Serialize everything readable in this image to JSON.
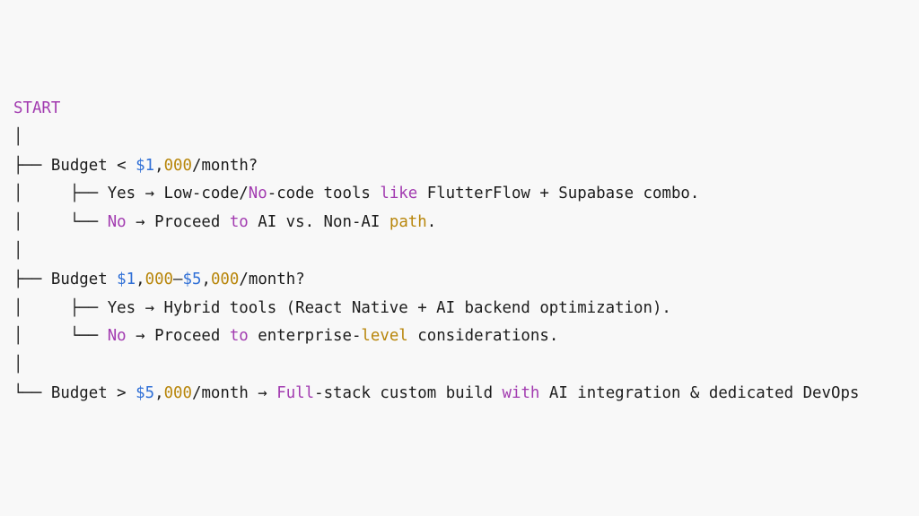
{
  "lines": [
    {
      "name": "start",
      "tokens": [
        {
          "t": "START",
          "c": "keyword"
        }
      ]
    },
    {
      "name": "connector",
      "tokens": [
        {
          "t": "│",
          "c": "plain"
        }
      ]
    },
    {
      "name": "budget-under-1000",
      "tokens": [
        {
          "t": "├── Budget < ",
          "c": "plain"
        },
        {
          "t": "$1",
          "c": "number"
        },
        {
          "t": ",",
          "c": "plain"
        },
        {
          "t": "000",
          "c": "amber"
        },
        {
          "t": "/month?",
          "c": "plain"
        }
      ]
    },
    {
      "name": "budget-under-1000-yes",
      "tokens": [
        {
          "t": "│     ├── Yes → Low-code/",
          "c": "plain"
        },
        {
          "t": "No",
          "c": "keyword"
        },
        {
          "t": "-code tools ",
          "c": "plain"
        },
        {
          "t": "like",
          "c": "keyword"
        },
        {
          "t": " FlutterFlow + Supabase combo.",
          "c": "plain"
        }
      ]
    },
    {
      "name": "budget-under-1000-no",
      "tokens": [
        {
          "t": "│     └── ",
          "c": "plain"
        },
        {
          "t": "No",
          "c": "keyword"
        },
        {
          "t": " → Proceed ",
          "c": "plain"
        },
        {
          "t": "to",
          "c": "keyword"
        },
        {
          "t": " AI vs. Non-AI ",
          "c": "plain"
        },
        {
          "t": "path",
          "c": "amber"
        },
        {
          "t": ".",
          "c": "plain"
        }
      ]
    },
    {
      "name": "connector",
      "tokens": [
        {
          "t": "│",
          "c": "plain"
        }
      ]
    },
    {
      "name": "budget-1000-5000",
      "tokens": [
        {
          "t": "├── Budget ",
          "c": "plain"
        },
        {
          "t": "$1",
          "c": "number"
        },
        {
          "t": ",",
          "c": "plain"
        },
        {
          "t": "000",
          "c": "amber"
        },
        {
          "t": "–",
          "c": "plain"
        },
        {
          "t": "$5",
          "c": "number"
        },
        {
          "t": ",",
          "c": "plain"
        },
        {
          "t": "000",
          "c": "amber"
        },
        {
          "t": "/month?",
          "c": "plain"
        }
      ]
    },
    {
      "name": "budget-1000-5000-yes",
      "tokens": [
        {
          "t": "│     ├── Yes → Hybrid tools (React Native + AI backend optimization).",
          "c": "plain"
        }
      ]
    },
    {
      "name": "budget-1000-5000-no",
      "tokens": [
        {
          "t": "│     └── ",
          "c": "plain"
        },
        {
          "t": "No",
          "c": "keyword"
        },
        {
          "t": " → Proceed ",
          "c": "plain"
        },
        {
          "t": "to",
          "c": "keyword"
        },
        {
          "t": " enterprise-",
          "c": "plain"
        },
        {
          "t": "level",
          "c": "amber"
        },
        {
          "t": " considerations.",
          "c": "plain"
        }
      ]
    },
    {
      "name": "connector",
      "tokens": [
        {
          "t": "│",
          "c": "plain"
        }
      ]
    },
    {
      "name": "budget-over-5000",
      "tokens": [
        {
          "t": "└── Budget > ",
          "c": "plain"
        },
        {
          "t": "$5",
          "c": "number"
        },
        {
          "t": ",",
          "c": "plain"
        },
        {
          "t": "000",
          "c": "amber"
        },
        {
          "t": "/month → ",
          "c": "plain"
        },
        {
          "t": "Full",
          "c": "keyword"
        },
        {
          "t": "-stack custom build ",
          "c": "plain"
        },
        {
          "t": "with",
          "c": "keyword"
        },
        {
          "t": " AI integration & dedicated DevOps",
          "c": "plain"
        }
      ]
    }
  ],
  "colors": {
    "background": "#f8f8f8",
    "text": "#1c1c1c",
    "keyword": "#a23bb0",
    "number": "#2f6fd6",
    "amber": "#b8860b"
  }
}
